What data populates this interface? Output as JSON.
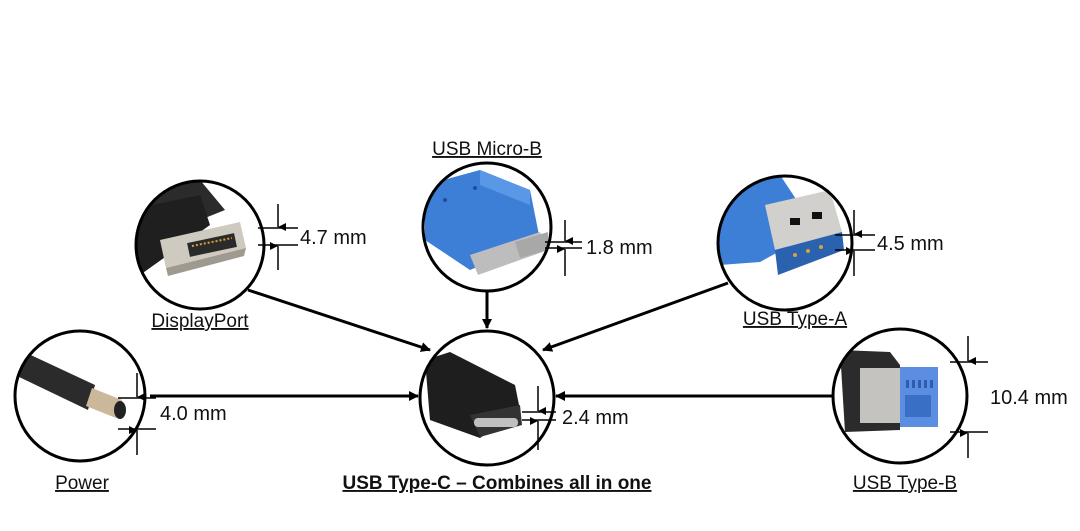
{
  "title": "USB Type-C – Combines all in one",
  "connectors": {
    "displayport": {
      "label": "DisplayPort",
      "dimension": "4.7 mm"
    },
    "micro_b": {
      "label": "USB Micro-B",
      "dimension": "1.8 mm"
    },
    "type_a": {
      "label": "USB Type-A",
      "dimension": "4.5 mm"
    },
    "power": {
      "label": "Power",
      "dimension": "4.0 mm"
    },
    "type_c": {
      "label": "USB Type-C",
      "dimension": "2.4 mm"
    },
    "type_b": {
      "label": "USB Type-B",
      "dimension": "10.4 mm"
    }
  },
  "colors": {
    "usb_blue": "#3d7fd6",
    "usb_blue_dark": "#2a62b0",
    "black_plastic": "#222222",
    "metal": "#c9c6bf",
    "gold": "#d9a23a"
  }
}
